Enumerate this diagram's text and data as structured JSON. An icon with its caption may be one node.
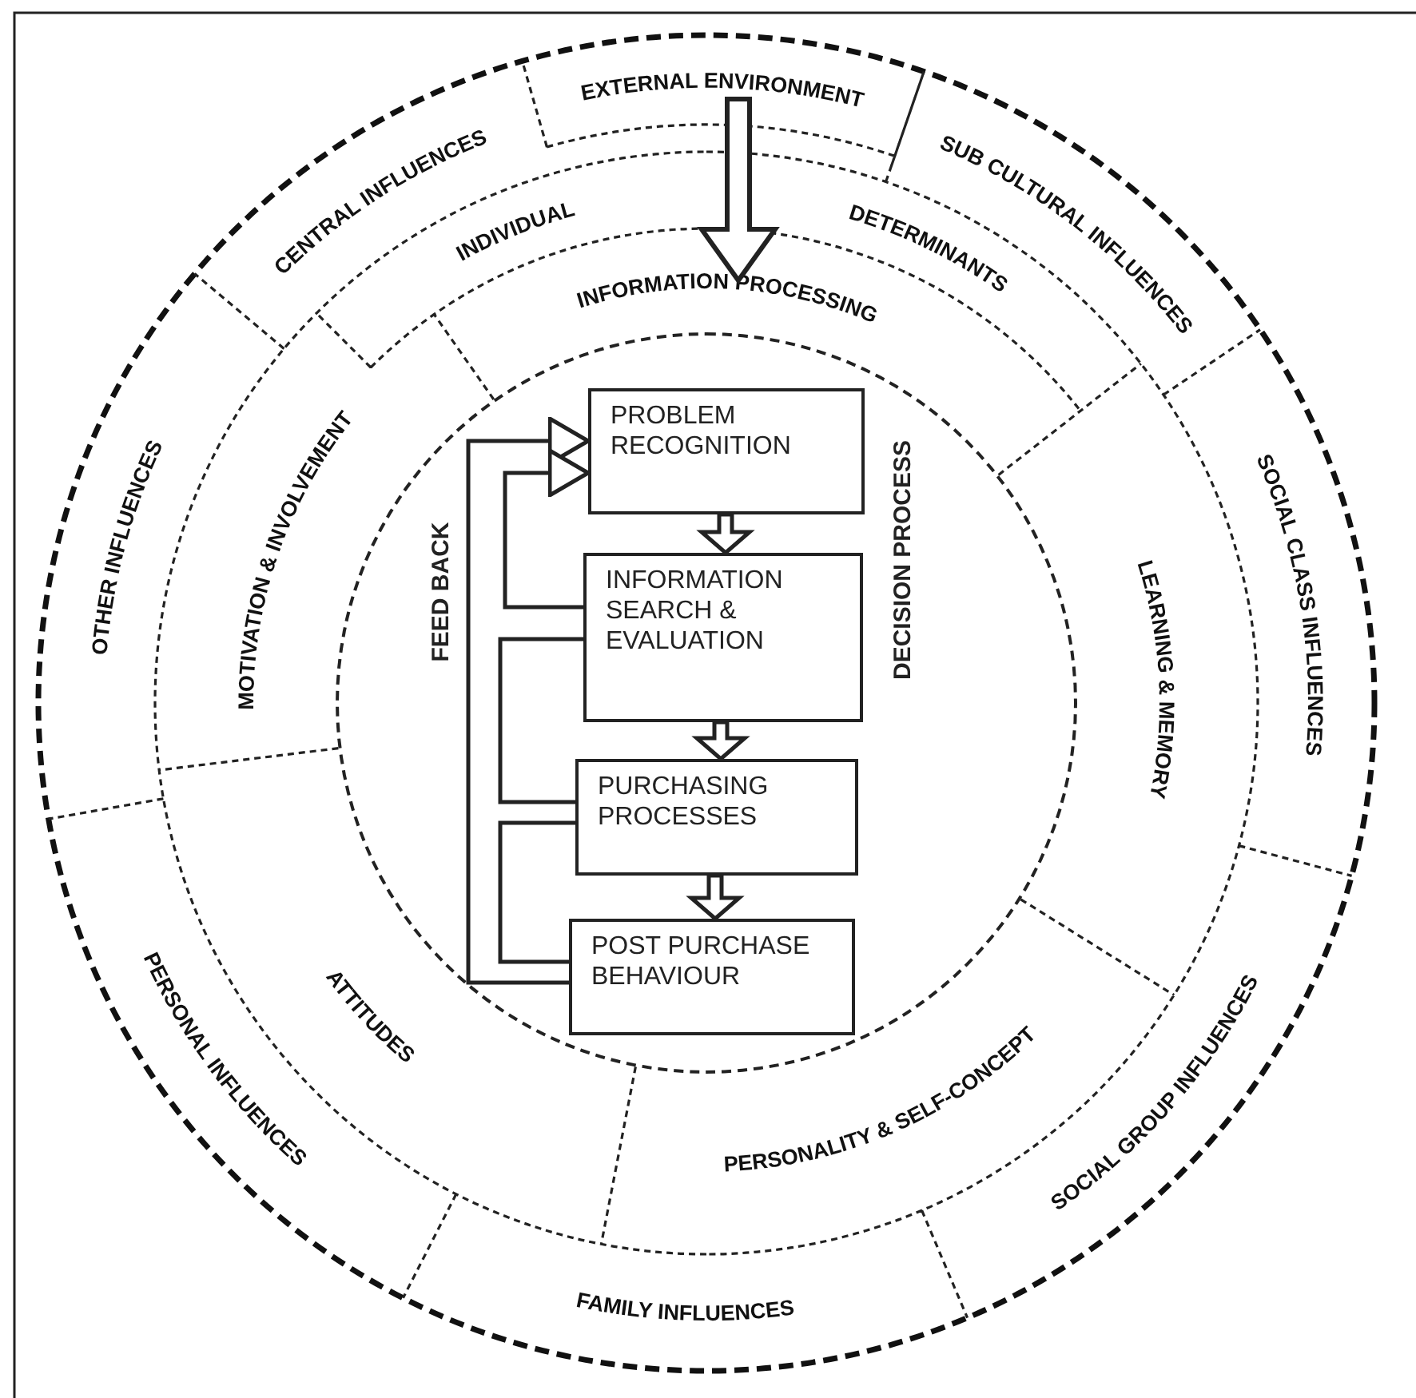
{
  "diagram": {
    "nodes": [
      {
        "text": [
          "EXTERNAL ENVIRONMENT"
        ]
      },
      {
        "text": [
          "SUB CULTURAL INFLUENCES"
        ]
      },
      {
        "text": [
          "SOCIAL CLASS INFLUENCES"
        ]
      },
      {
        "text": [
          "SOCIAL GROUP INFLUENCES"
        ]
      },
      {
        "text": [
          "FAMILY INFLUENCES"
        ]
      },
      {
        "text": [
          "PERSONAL INFLUENCES"
        ]
      },
      {
        "text": [
          "OTHER INFLUENCES"
        ]
      },
      {
        "text": [
          "CENTRAL INFLUENCES"
        ]
      },
      {
        "text": [
          "INDIVIDUAL",
          "DETERMINANTS"
        ]
      },
      {
        "text": [
          "INFORMATION PROCESSING"
        ]
      },
      {
        "text": [
          "LEARNING & MEMORY"
        ]
      },
      {
        "text": [
          "PERSONALITY & SELF-CONCEPT"
        ]
      },
      {
        "text": [
          "ATTITUDES"
        ]
      },
      {
        "text": [
          "MOTIVATION & INVOLVEMENT"
        ]
      },
      {
        "text": [
          "DECISION PROCESS"
        ]
      },
      {
        "text": [
          "PROBLEM RECOGNITION"
        ],
        "in": 14
      },
      {
        "text": [
          "INFORMATION SEARCH & EVALUATION"
        ],
        "in": 14
      },
      {
        "text": [
          "PURCHASING PROCESSES"
        ],
        "in": 14
      },
      {
        "text": [
          "POST PURCHASE BEHAVIOUR"
        ],
        "in": 14
      }
    ],
    "edges": [
      {
        "from": 0,
        "to": 9,
        "arrow": "to",
        "style": "thick"
      },
      {
        "from": 15,
        "to": 16,
        "arrow": "to"
      },
      {
        "from": 16,
        "to": 17,
        "arrow": "to"
      },
      {
        "from": 17,
        "to": 18,
        "arrow": "to"
      },
      {
        "from": 18,
        "to": 15,
        "arrow": "to",
        "label": "FEED BACK"
      },
      {
        "from": 16,
        "to": 15,
        "arrow": "to"
      },
      {
        "from": 16,
        "to": 17,
        "arrow": "none"
      },
      {
        "from": 17,
        "to": 18,
        "arrow": "none"
      }
    ]
  }
}
